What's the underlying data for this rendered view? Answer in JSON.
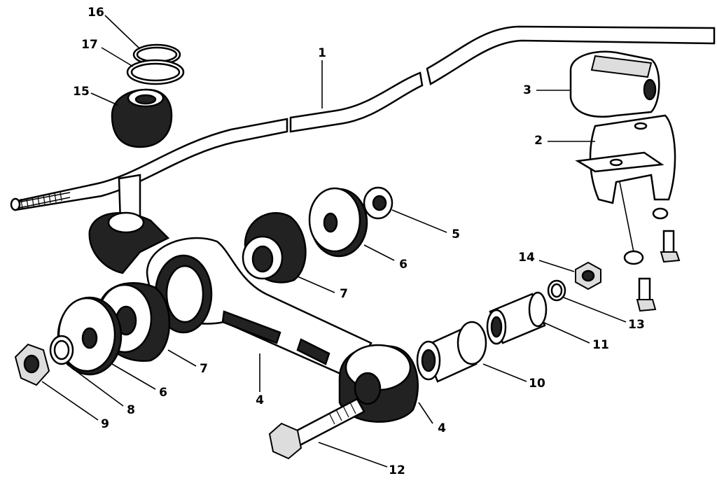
{
  "diagram": {
    "labels": {
      "l16": "16",
      "l17": "17",
      "l1": "1",
      "l15": "15",
      "l3": "3",
      "l2": "2",
      "l5": "5",
      "l6a": "6",
      "l7a": "7",
      "l14": "14",
      "l13": "13",
      "l11": "11",
      "l10": "10",
      "l7b": "7",
      "l6b": "6",
      "l8": "8",
      "l9": "9",
      "l4a": "4",
      "l4b": "4",
      "l12": "12"
    }
  }
}
